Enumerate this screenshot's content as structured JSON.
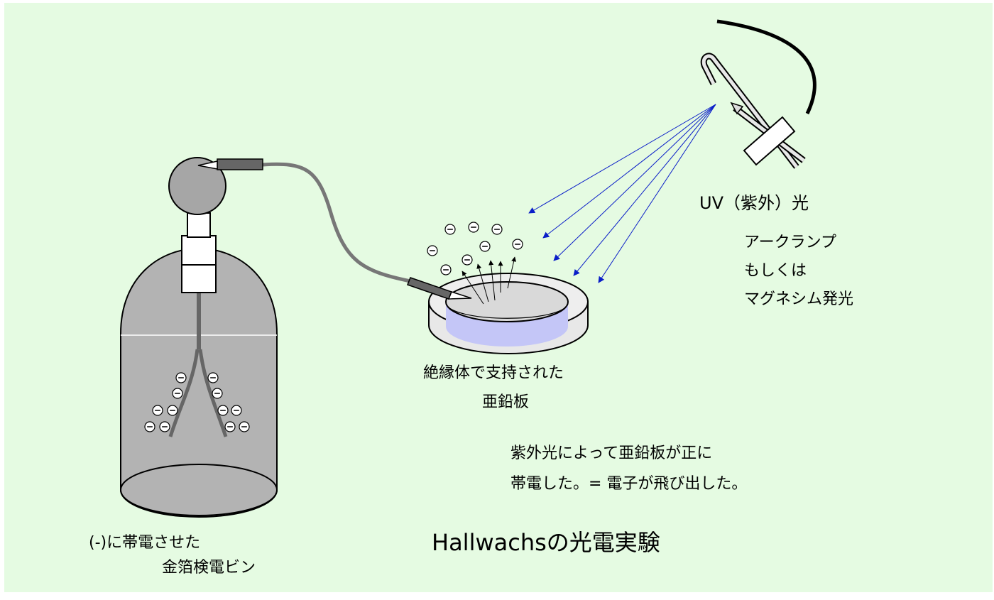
{
  "title": "Hallwachsの光電実験",
  "uv_label": "UV（紫外）光",
  "lamp_label": {
    "line1": "アークランプ",
    "line2": "もしくは",
    "line3": "マグネシム発光"
  },
  "plate_label": {
    "line1": "絶縁体で支持された",
    "line2": "亜鉛板"
  },
  "result_text": {
    "line1": "紫外光によって亜鉛板が正に",
    "line2": "帯電した。= 電子が飛び出した。"
  },
  "electroscope_label": {
    "line1": "(-)に帯電させた",
    "line2": "金箔検電ビン"
  },
  "colors": {
    "background": "#e5fbe2",
    "glass": "#b3b3b3",
    "uv_rays": "#0a1ec8",
    "plate_underside": "#c4c6f7",
    "wire": "#777777"
  }
}
